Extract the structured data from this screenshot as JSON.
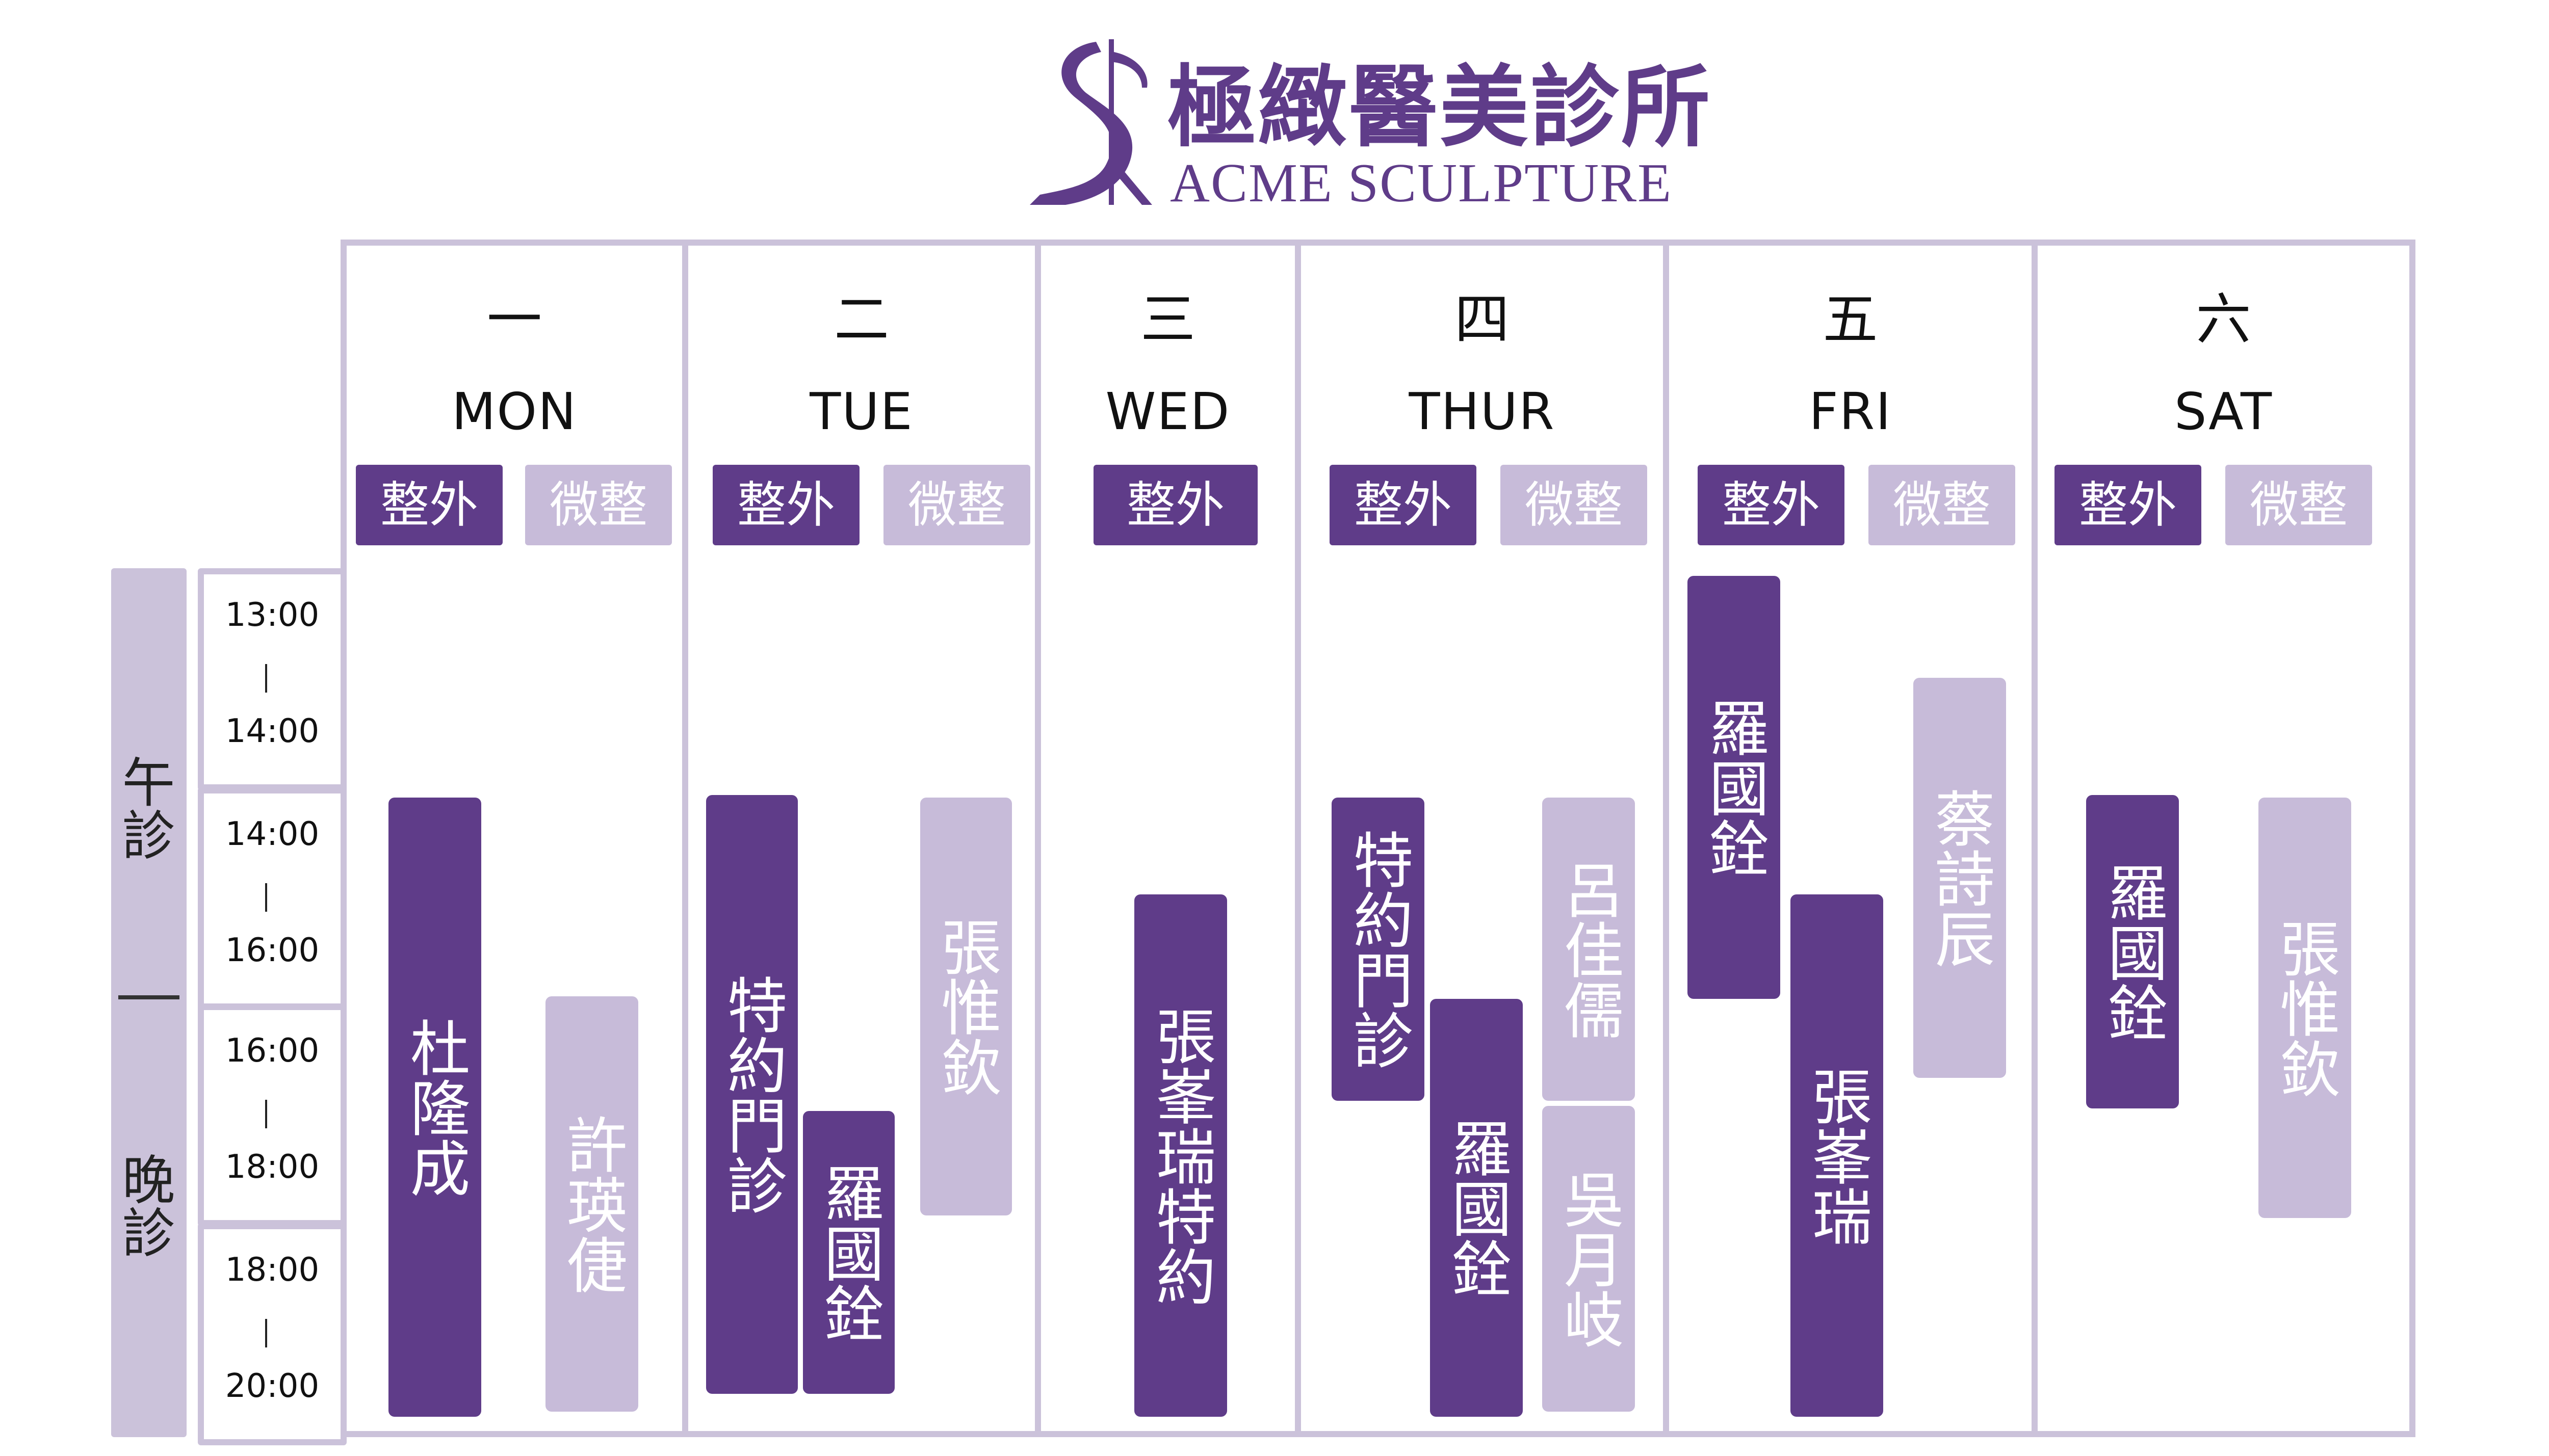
{
  "brand": {
    "name_cn": "極緻醫美診所",
    "name_en": "ACME SCULPTURE",
    "colors": {
      "primary": "#5f3c89",
      "light": "#c7bbd9",
      "frame": "#cbc2da"
    }
  },
  "sessions": {
    "afternoon": "午診",
    "evening": "晚診"
  },
  "time_slots": [
    {
      "start": "13:00",
      "sep": "I",
      "end": "14:00"
    },
    {
      "start": "14:00",
      "sep": "I",
      "end": "16:00"
    },
    {
      "start": "16:00",
      "sep": "I",
      "end": "18:00"
    },
    {
      "start": "18:00",
      "sep": "I",
      "end": "20:00"
    }
  ],
  "days": [
    {
      "cn": "一",
      "en": "MON",
      "tags": [
        "整外",
        "微整"
      ]
    },
    {
      "cn": "二",
      "en": "TUE",
      "tags": [
        "整外",
        "微整"
      ]
    },
    {
      "cn": "三",
      "en": "WED",
      "tags": [
        "整外"
      ]
    },
    {
      "cn": "四",
      "en": "THUR",
      "tags": [
        "整外",
        "微整"
      ]
    },
    {
      "cn": "五",
      "en": "FRI",
      "tags": [
        "整外",
        "微整"
      ]
    },
    {
      "cn": "六",
      "en": "SAT",
      "tags": [
        "整外",
        "微整"
      ]
    }
  ],
  "doctors": {
    "mon_plastic": "杜隆成",
    "mon_micro": "許瑛倢",
    "tue_plastic_1": "特約門診",
    "tue_plastic_2": "羅國銓",
    "tue_micro": "張惟欽",
    "wed_plastic": "張峯瑞特約",
    "thu_plastic_1": "特約門診",
    "thu_plastic_2": "羅國銓",
    "thu_micro_1": "呂佳儒",
    "thu_micro_2": "吳月岐",
    "fri_plastic_1": "羅國銓",
    "fri_plastic_2": "張峯瑞",
    "fri_micro": "蔡詩辰",
    "sat_plastic": "羅國銓",
    "sat_micro": "張惟欽"
  }
}
